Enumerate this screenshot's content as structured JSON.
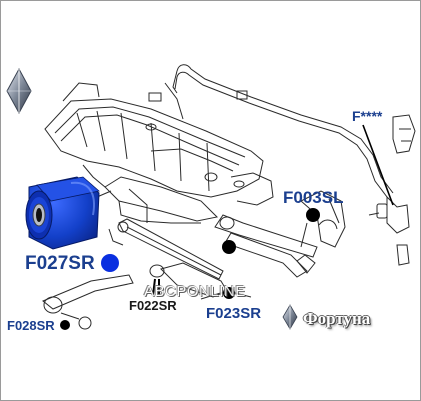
{
  "labels": {
    "f_stars": "F****",
    "f003sl": "F003SL",
    "f027sr": "F027SR",
    "f022sr": "F022SR",
    "f023sr": "F023SR",
    "f028sr": "F028SR"
  },
  "watermark": "ABCPONLINE",
  "brand": {
    "name": "Фортуна",
    "logo": "diamond-logo-icon"
  },
  "colors": {
    "label_dark": "#1a1a1a",
    "label_blue": "#1b3f8f",
    "bushing_blue": "#1340c9",
    "marker_blue": "#0a2fe0",
    "marker_black": "#000000",
    "line_art": "#2b2b2b"
  }
}
